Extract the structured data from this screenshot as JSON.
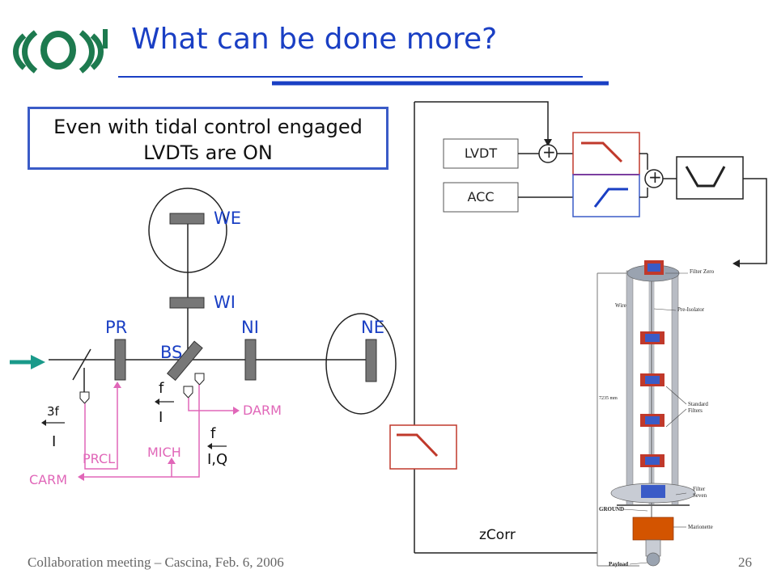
{
  "title": "What can be done more?",
  "callout": {
    "line1": "Even with tidal control engaged",
    "line2": "LVDTs are ON"
  },
  "optics": {
    "we": "WE",
    "wi": "WI",
    "pr": "PR",
    "ni": "NI",
    "ne": "NE",
    "bs": "BS"
  },
  "signals": {
    "three_f": "3f",
    "i_left": "I",
    "f_mid": "f",
    "i_mid": "I",
    "f_right": "f",
    "iq": "I,Q",
    "darm": "DARM",
    "mich": "MICH",
    "prcl": "PRCL",
    "carm": "CARM"
  },
  "control": {
    "lvdt": "LVDT",
    "acc": "ACC",
    "plus": "+",
    "zcorr": "zCorr"
  },
  "suspension_labels": {
    "filter_zero": "Filter Zero",
    "pre_isolator": "Pre-Isolator",
    "wire": "Wire",
    "standard_filters": "Standard Filters",
    "height": "7235 mm",
    "filter_seven": "Filter Seven",
    "ground": "GROUND",
    "marionette": "Marionette",
    "payload": "Payload"
  },
  "footer": {
    "left": "Collaboration meeting – Cascina, Feb. 6, 2006",
    "page": "26"
  },
  "colors": {
    "title_blue": "#1a3fc4",
    "signal_pink": "#e066b8",
    "logo_green": "#1d7a4f",
    "filter_red": "#c0392b"
  }
}
